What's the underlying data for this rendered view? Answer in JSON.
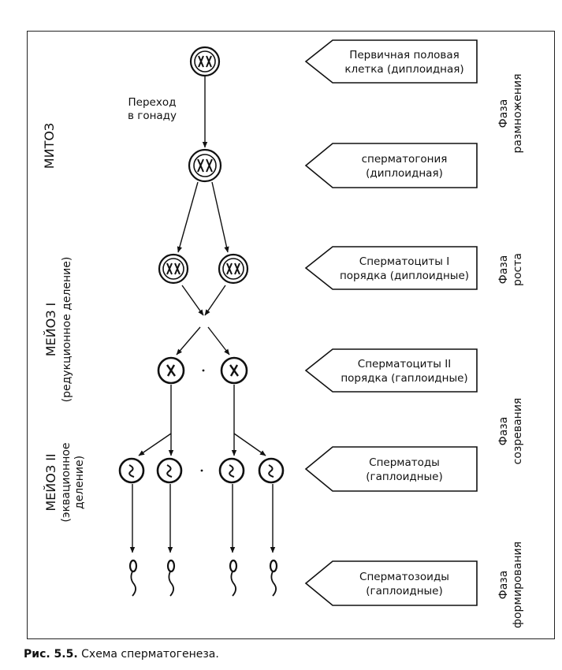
{
  "caption": {
    "prefix": "Рис. 5.5.",
    "text": "Схема сперматогенеза."
  },
  "transition_label": [
    "Переход",
    "в гонаду"
  ],
  "division_labels": {
    "mitosis": [
      "МИТОЗ"
    ],
    "meiosis_1": [
      "МЕЙОЗ I",
      "(редукционное деление)"
    ],
    "meiosis_2": [
      "МЕЙОЗ II",
      "(эквационное",
      "деление)"
    ]
  },
  "stages": [
    {
      "lines": [
        "Первичная половая",
        "клетка (диплоидная)"
      ]
    },
    {
      "lines": [
        "сперматогония",
        "(диплоидная)"
      ]
    },
    {
      "lines": [
        "Сперматоциты I",
        "порядка (диплоидные)"
      ]
    },
    {
      "lines": [
        "Сперматоциты II",
        "порядка (гаплоидные)"
      ]
    },
    {
      "lines": [
        "Сперматоды",
        "(гаплоидные)"
      ]
    },
    {
      "lines": [
        "Сперматозоиды",
        "(гаплоидные)"
      ]
    }
  ],
  "phases": {
    "reproduction": [
      "Фаза",
      "размножения"
    ],
    "growth": [
      "Фаза",
      "роста"
    ],
    "maturation": [
      "Фаза",
      "созревания"
    ],
    "formation": [
      "Фаза",
      "формирования"
    ]
  },
  "icons": {
    "diploid_cell": "double-ring-cell-with-crossed-chromosomes-icon",
    "haploid_cell": "ring-cell-with-x-chromosome-icon",
    "spermatid": "ring-cell-with-wavy-chromosome-icon",
    "spermatozoon": "sperm-icon"
  }
}
